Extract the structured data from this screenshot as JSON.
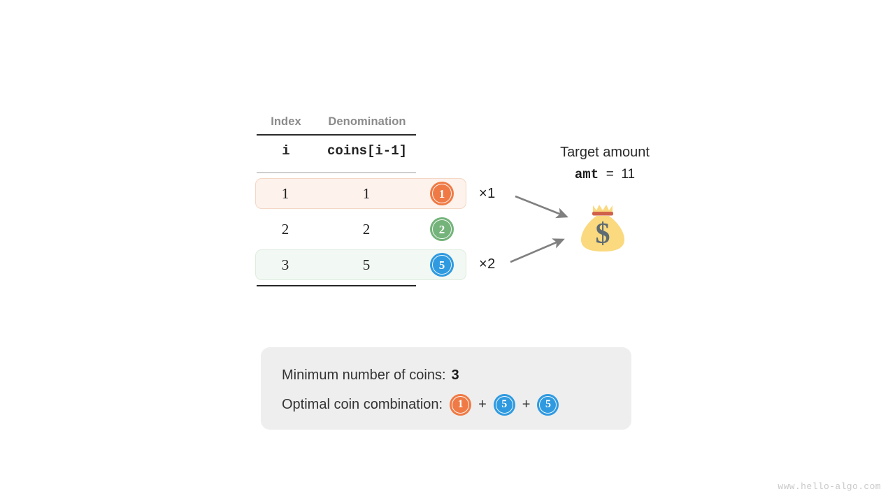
{
  "page": {
    "background": "#ffffff",
    "watermark": "www.hello-algo.com"
  },
  "palette": {
    "coin_orange": "#ef7a45",
    "coin_green": "#74b37a",
    "coin_blue": "#2f9ae0",
    "row_orange_bg": "#fdf2ec",
    "row_orange_border": "#f5d7c5",
    "row_green_bg": "#f2f8f3",
    "row_green_border": "#dfeddf",
    "header_gray": "#8b8b8b",
    "panel_bg": "#eeeeee",
    "arrow_gray": "#808080",
    "bag_yellow": "#fad97f",
    "bag_band": "#d1624a",
    "bag_symbol": "#5d6b72"
  },
  "table": {
    "headers": {
      "index": "Index",
      "denomination": "Denomination"
    },
    "variable_row": {
      "index_var": "i",
      "denomination_var": "coins[i-1]"
    },
    "rows": [
      {
        "index": "1",
        "denomination": "1",
        "coin_value": "1",
        "coin_color": "#ef7a45",
        "highlight": "orange",
        "multiplier": "×1"
      },
      {
        "index": "2",
        "denomination": "2",
        "coin_value": "2",
        "coin_color": "#74b37a",
        "highlight": "none",
        "multiplier": ""
      },
      {
        "index": "3",
        "denomination": "5",
        "coin_value": "5",
        "coin_color": "#2f9ae0",
        "highlight": "green",
        "multiplier": "×2"
      }
    ]
  },
  "target": {
    "title": "Target amount",
    "var_name": "amt",
    "equals": "=",
    "value": "11",
    "icon": "money-bag-icon"
  },
  "arrows": [
    {
      "name": "arrow-coin1-to-bag",
      "direction": "down-right"
    },
    {
      "name": "arrow-coin5-to-bag",
      "direction": "up-right"
    }
  ],
  "result": {
    "min_coins_label": "Minimum number of coins:",
    "min_coins_value": "3",
    "combination_label": "Optimal coin combination:",
    "combination": [
      {
        "value": "1",
        "color": "#ef7a45"
      },
      {
        "value": "5",
        "color": "#2f9ae0"
      },
      {
        "value": "5",
        "color": "#2f9ae0"
      }
    ],
    "plus_sign": "+"
  }
}
